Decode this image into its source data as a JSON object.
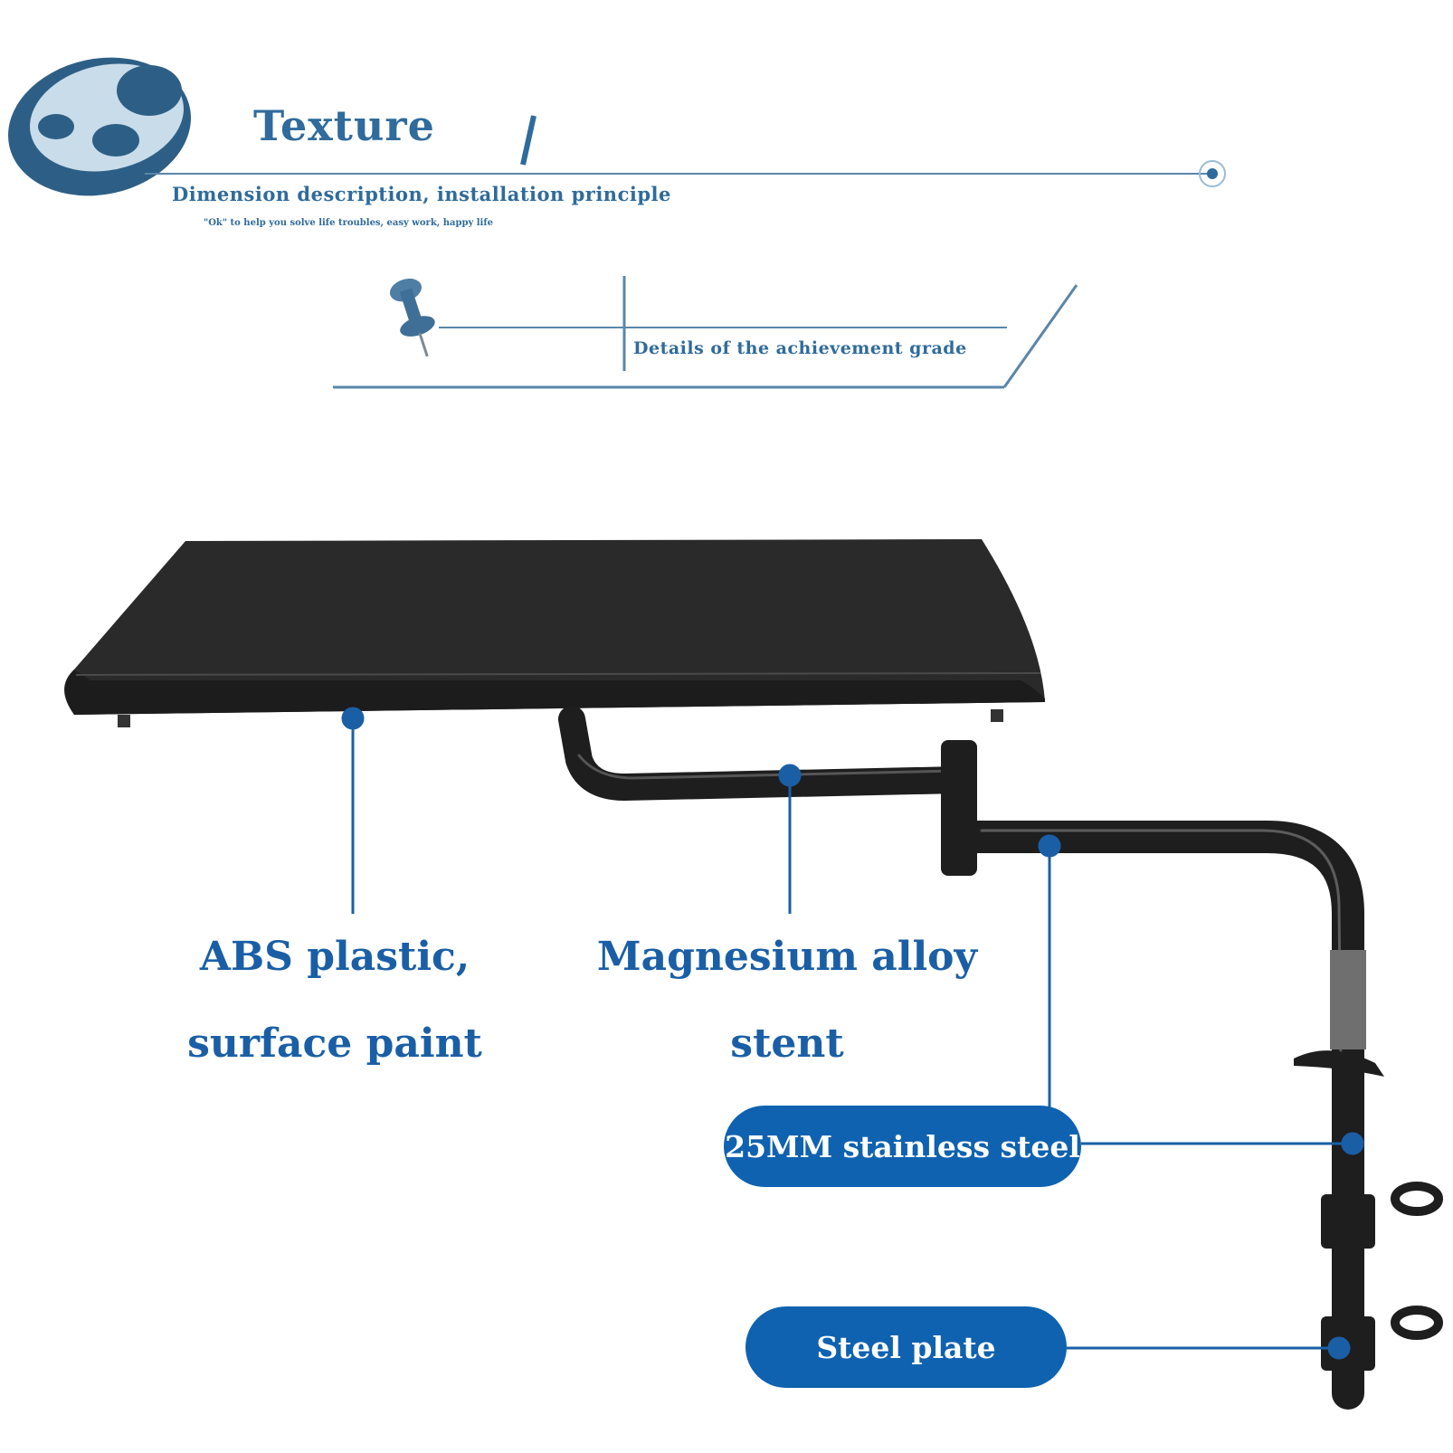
{
  "header": {
    "title": "Texture",
    "subtitle": "Dimension description, installation principle",
    "tagline": "\"Ok\" to help you solve life troubles, easy work, happy life",
    "details_label": "Details of the achievement grade"
  },
  "callouts": {
    "abs_line1": "ABS plastic,",
    "abs_line2": "surface paint",
    "magnesium_line1": "Magnesium alloy",
    "magnesium_line2": "stent",
    "stainless_steel": "25MM stainless steel",
    "steel_plate": "Steel plate"
  },
  "colors": {
    "accent": "#2f6b9c",
    "callout_blue": "#1a5fa6",
    "pill_blue": "#0f62b0",
    "product_black": "#1e1e1e"
  }
}
